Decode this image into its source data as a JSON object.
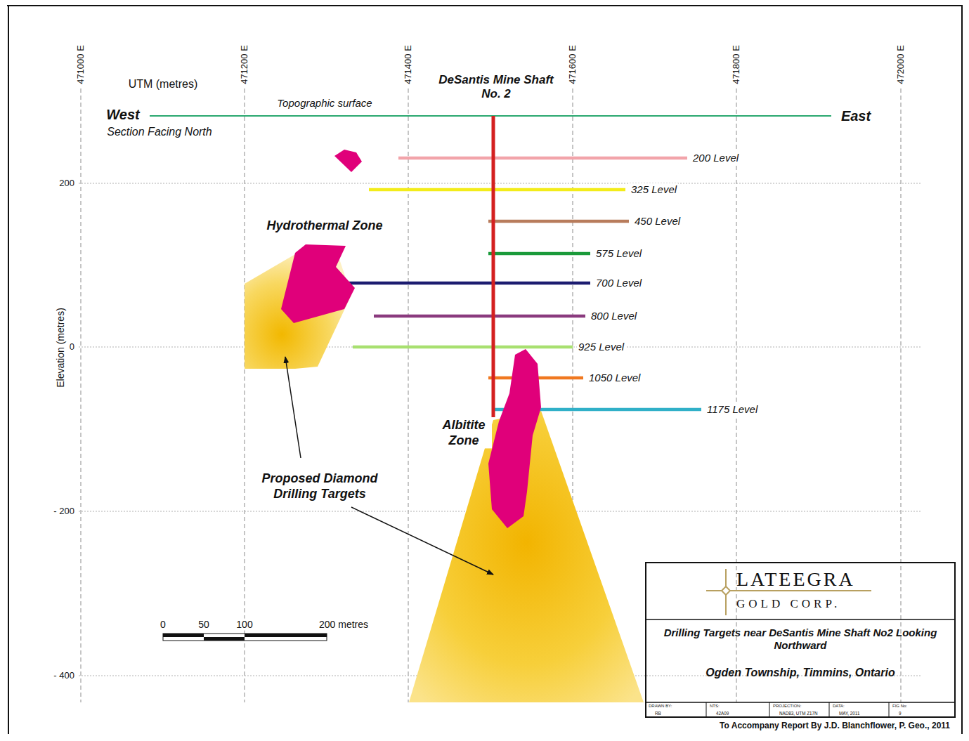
{
  "diagram": {
    "nodes": [
      {
        "text": [
          "LATEEGRA",
          "GOLD CORP.",
          "Drilling Targets near DeSantis Mine Shaft No2 Looking Northward",
          "Ogden Township, Timmins, Ontario",
          "DRAWN BY:",
          "RB",
          "NTS:",
          "42A09",
          "PROJECTION:",
          "NAD83, UTM Z17N",
          "DATA:",
          "MAY, 2011",
          "FIG No:",
          "9"
        ]
      }
    ],
    "labels": [
      "UTM (metres)",
      "471000 E",
      "471200 E",
      "471400 E",
      "471600 E",
      "471800 E",
      "472000 E",
      "West",
      "East",
      "Section Facing North",
      "Topographic surface",
      "DeSantis Mine Shaft No. 2",
      "200 Level",
      "325 Level",
      "450 Level",
      "575 Level",
      "700 Level",
      "800 Level",
      "925 Level",
      "1050 Level",
      "1175 Level",
      "200",
      "0",
      "- 200",
      "- 400",
      "Elevation (metres)",
      "Hydrothermal Zone",
      "Albitite Zone",
      "Proposed Diamond Drilling Targets",
      "0",
      "50",
      "100",
      "200 metres",
      "To Accompany Report By J.D. Blanchflower, P. Geo., 2011"
    ]
  }
}
